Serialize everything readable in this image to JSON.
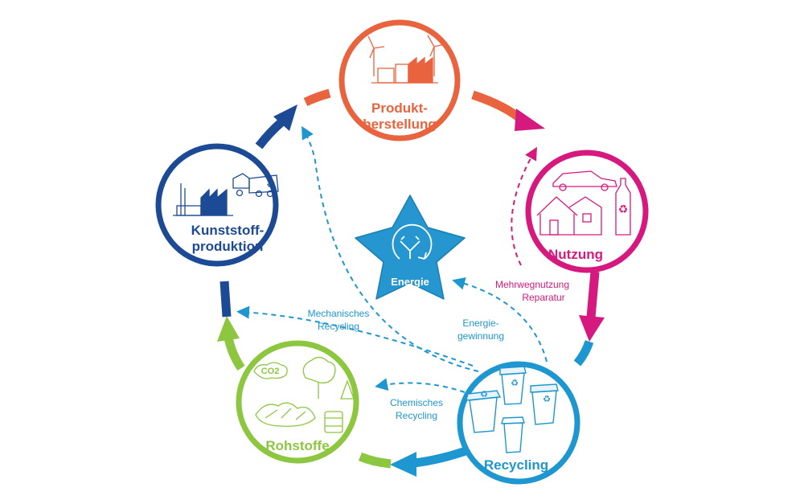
{
  "nodes": {
    "produktherstellung": {
      "line1": "Produkt-",
      "line2": "herstellung"
    },
    "nutzung": {
      "label": "Nutzung"
    },
    "recycling": {
      "label": "Recycling"
    },
    "rohstoffe": {
      "label": "Rohstoffe"
    },
    "kunststoffproduktion": {
      "line1": "Kunststoff-",
      "line2": "produktion"
    },
    "energie": {
      "label": "Energie"
    }
  },
  "icons": {
    "co2_text": "CO2"
  },
  "flows": {
    "mehrweg": {
      "line1": "Mehrwegnutzung",
      "line2": "Reparatur"
    },
    "mechanisch": {
      "line1": "Mechanisches",
      "line2": "Recycling"
    },
    "energiegewinnung": {
      "line1": "Energie-",
      "line2": "gewinnung"
    },
    "chemisch": {
      "line1": "Chemisches",
      "line2": "Recycling"
    }
  },
  "colors": {
    "orange": "#e9633f",
    "magenta": "#d6197e",
    "blue": "#1e96cf",
    "green": "#8dc63f",
    "navy": "#1c4a94",
    "energy": "#2596cf"
  }
}
